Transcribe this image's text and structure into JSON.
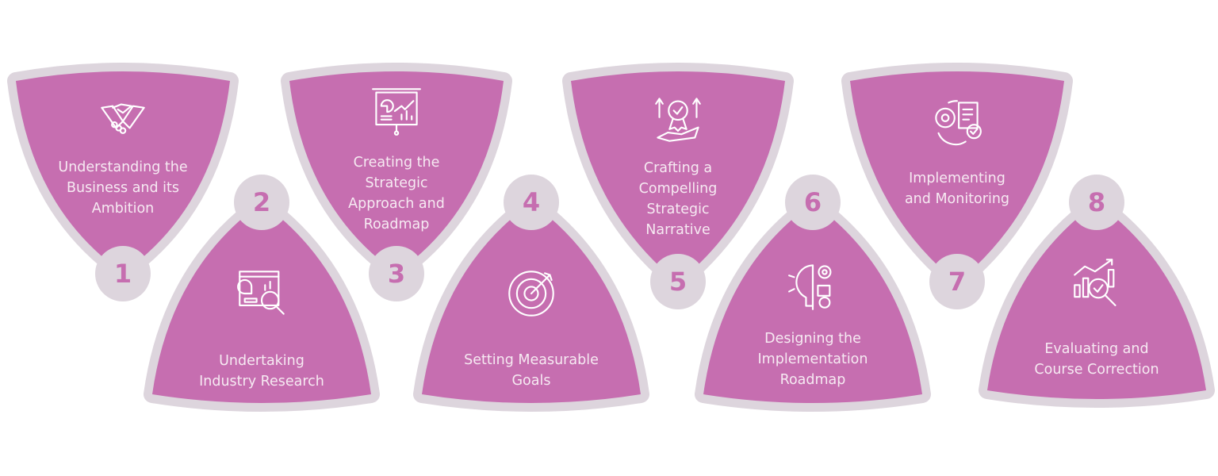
{
  "colors": {
    "fill": "#c66eb0",
    "border": "#ddd5dd",
    "text": "#f6eaf2",
    "number": "#c66eb0"
  },
  "steps": [
    {
      "number": "1",
      "direction": "down",
      "icon": "handshake-icon",
      "lines": [
        "Understanding the",
        "Business and its",
        "Ambition"
      ]
    },
    {
      "number": "2",
      "direction": "up",
      "icon": "research-analytics-icon",
      "lines": [
        "Undertaking",
        "Industry Research"
      ]
    },
    {
      "number": "3",
      "direction": "down",
      "icon": "presentation-board-icon",
      "lines": [
        "Creating the",
        "Strategic",
        "Approach and",
        "Roadmap"
      ]
    },
    {
      "number": "4",
      "direction": "up",
      "icon": "target-icon",
      "lines": [
        "Setting Measurable",
        "Goals"
      ]
    },
    {
      "number": "5",
      "direction": "down",
      "icon": "award-hand-icon",
      "lines": [
        "Crafting a",
        "Compelling",
        "Strategic",
        "Narrative"
      ]
    },
    {
      "number": "6",
      "direction": "up",
      "icon": "idea-gears-icon",
      "lines": [
        "Designing the",
        "Implementation",
        "Roadmap"
      ]
    },
    {
      "number": "7",
      "direction": "down",
      "icon": "gear-checklist-icon",
      "lines": [
        "Implementing",
        "and Monitoring"
      ]
    },
    {
      "number": "8",
      "direction": "up",
      "icon": "chart-magnifier-icon",
      "lines": [
        "Evaluating and",
        "Course Correction"
      ]
    }
  ]
}
